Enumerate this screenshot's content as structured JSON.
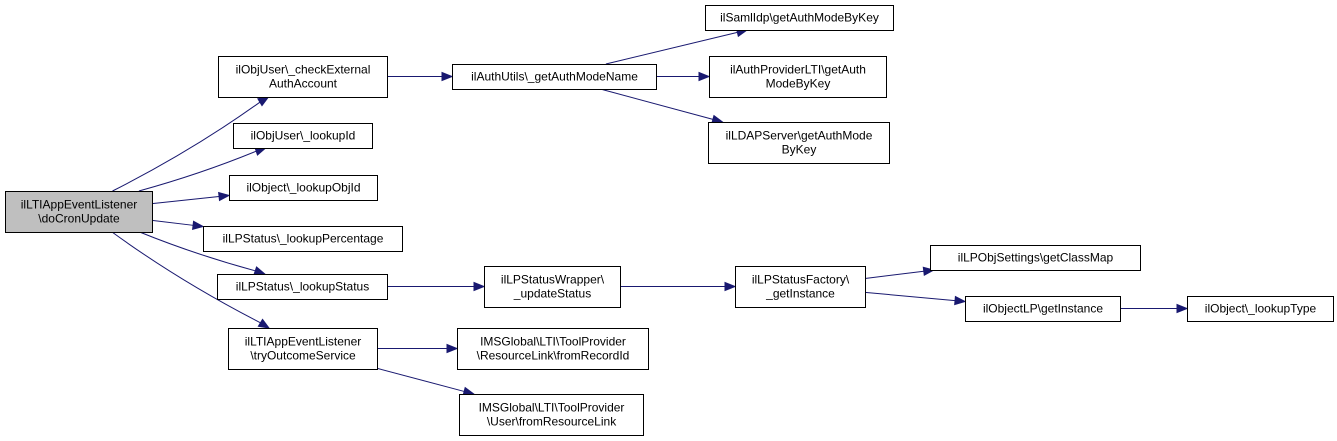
{
  "nodes": [
    {
      "id": "root",
      "lines": [
        "ilLTIAppEventListener",
        "\\doCronUpdate"
      ],
      "root": true
    },
    {
      "id": "checkExt",
      "lines": [
        "ilObjUser\\_checkExternal",
        "AuthAccount"
      ]
    },
    {
      "id": "lookupId",
      "lines": [
        "ilObjUser\\_lookupId"
      ]
    },
    {
      "id": "lookupObjId",
      "lines": [
        "ilObject\\_lookupObjId"
      ]
    },
    {
      "id": "lookupPercentage",
      "lines": [
        "ilLPStatus\\_lookupPercentage"
      ]
    },
    {
      "id": "lookupStatus",
      "lines": [
        "ilLPStatus\\_lookupStatus"
      ]
    },
    {
      "id": "tryOutcome",
      "lines": [
        "ilLTIAppEventListener",
        "\\tryOutcomeService"
      ]
    },
    {
      "id": "getAuthModeName",
      "lines": [
        "ilAuthUtils\\_getAuthModeName"
      ]
    },
    {
      "id": "samlGet",
      "lines": [
        "ilSamlIdp\\getAuthModeByKey"
      ]
    },
    {
      "id": "ltiGet",
      "lines": [
        "ilAuthProviderLTI\\getAuth",
        "ModeByKey"
      ]
    },
    {
      "id": "ldapGet",
      "lines": [
        "ilLDAPServer\\getAuthMode",
        "ByKey"
      ]
    },
    {
      "id": "updateStatus",
      "lines": [
        "ilLPStatusWrapper\\",
        "_updateStatus"
      ]
    },
    {
      "id": "factoryGet",
      "lines": [
        "ilLPStatusFactory\\",
        "_getInstance"
      ]
    },
    {
      "id": "getClassMap",
      "lines": [
        "ilLPObjSettings\\getClassMap"
      ]
    },
    {
      "id": "objLPGet",
      "lines": [
        "ilObjectLP\\getInstance"
      ]
    },
    {
      "id": "lookupType",
      "lines": [
        "ilObject\\_lookupType"
      ]
    },
    {
      "id": "fromRecordId",
      "lines": [
        "IMSGlobal\\LTI\\ToolProvider",
        "\\ResourceLink\\fromRecordId"
      ]
    },
    {
      "id": "fromResourceLink",
      "lines": [
        "IMSGlobal\\LTI\\ToolProvider",
        "\\User\\fromResourceLink"
      ]
    }
  ],
  "edges": [
    {
      "from": "root",
      "to": "checkExt"
    },
    {
      "from": "root",
      "to": "lookupId"
    },
    {
      "from": "root",
      "to": "lookupObjId"
    },
    {
      "from": "root",
      "to": "lookupPercentage"
    },
    {
      "from": "root",
      "to": "lookupStatus"
    },
    {
      "from": "root",
      "to": "tryOutcome"
    },
    {
      "from": "checkExt",
      "to": "getAuthModeName"
    },
    {
      "from": "getAuthModeName",
      "to": "samlGet"
    },
    {
      "from": "getAuthModeName",
      "to": "ltiGet"
    },
    {
      "from": "getAuthModeName",
      "to": "ldapGet"
    },
    {
      "from": "lookupStatus",
      "to": "updateStatus"
    },
    {
      "from": "updateStatus",
      "to": "factoryGet"
    },
    {
      "from": "factoryGet",
      "to": "getClassMap"
    },
    {
      "from": "factoryGet",
      "to": "objLPGet"
    },
    {
      "from": "objLPGet",
      "to": "lookupType"
    },
    {
      "from": "tryOutcome",
      "to": "fromRecordId"
    },
    {
      "from": "tryOutcome",
      "to": "fromResourceLink"
    }
  ],
  "colors": {
    "edge": "#191970",
    "root_fill": "#bfbfbf",
    "node_fill": "#ffffff"
  }
}
